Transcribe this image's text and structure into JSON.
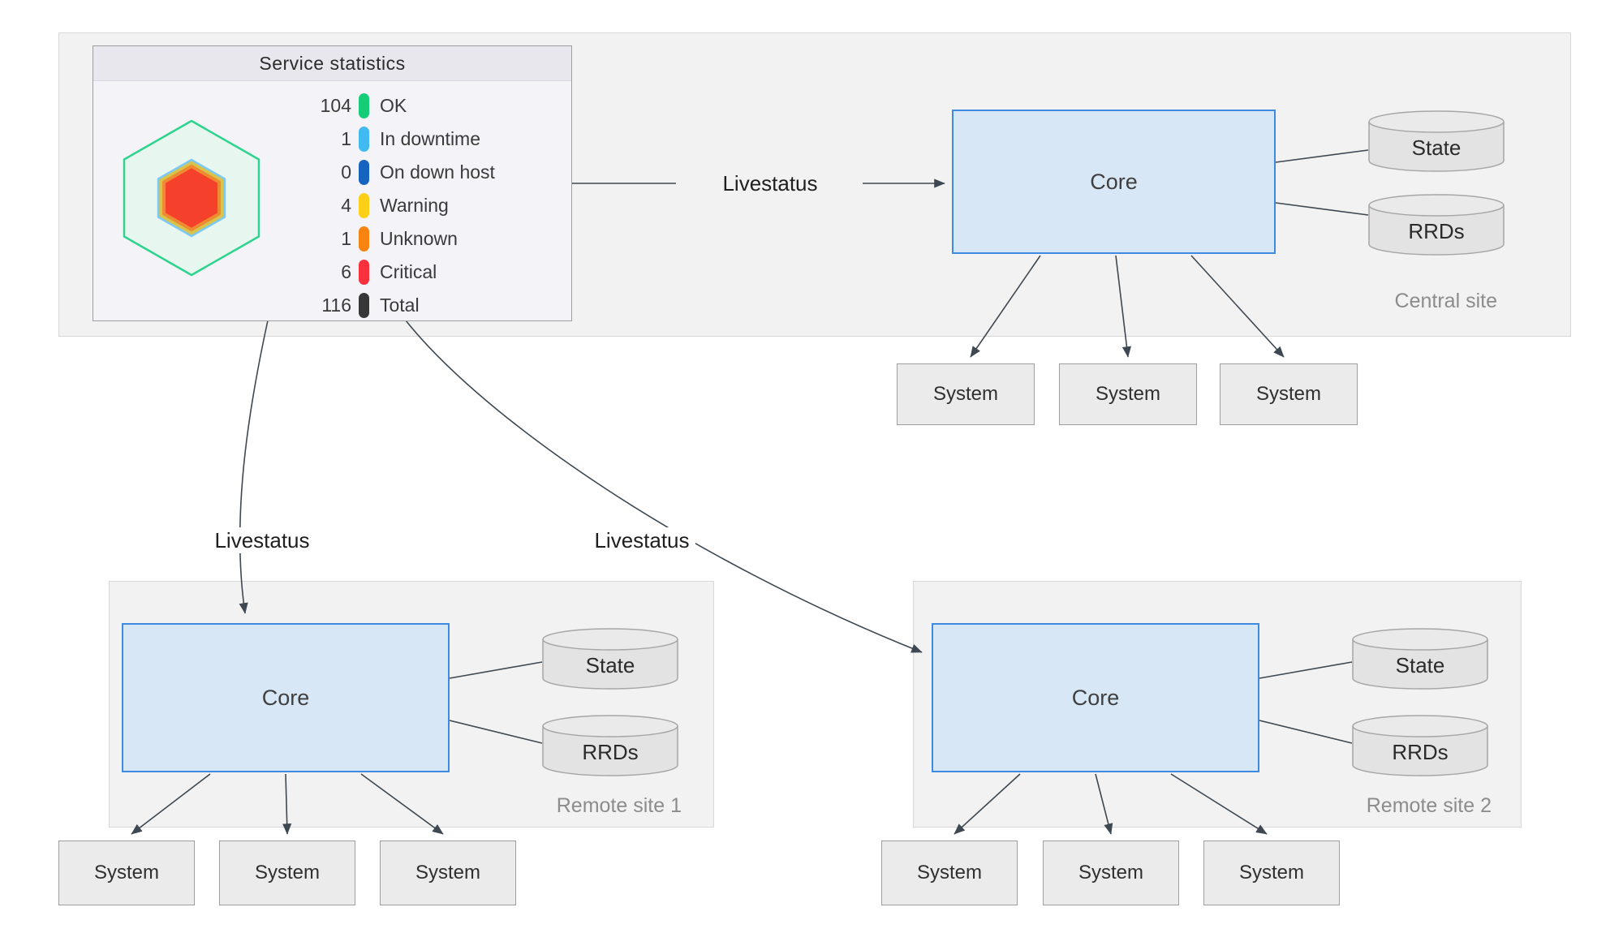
{
  "panel": {
    "title": "Service statistics",
    "hexagon": {
      "outer_fill": "#e8f6f0",
      "outer_stroke": "#2ed38e",
      "ring_fill": "#d8c34c",
      "ring_stroke": "#7cc9f3",
      "core_fill": "#f5402c",
      "core_stroke": "#ee8a30"
    },
    "stats": [
      {
        "value": "104",
        "label": "OK",
        "color": "#15cd77"
      },
      {
        "value": "1",
        "label": "In downtime",
        "color": "#41b9f1"
      },
      {
        "value": "0",
        "label": "On down host",
        "color": "#1565c0"
      },
      {
        "value": "4",
        "label": "Warning",
        "color": "#fdd017"
      },
      {
        "value": "1",
        "label": "Unknown",
        "color": "#f78411"
      },
      {
        "value": "6",
        "label": "Critical",
        "color": "#f9313d"
      },
      {
        "value": "116",
        "label": "Total",
        "color": "#373737"
      }
    ]
  },
  "connections": {
    "central_label": "Livestatus",
    "remote1_label": "Livestatus",
    "remote2_label": "Livestatus"
  },
  "sites": {
    "central": {
      "name": "Central site",
      "core": "Core",
      "databases": [
        "State",
        "RRDs"
      ],
      "systems": [
        "System",
        "System",
        "System"
      ]
    },
    "remote1": {
      "name": "Remote site 1",
      "core": "Core",
      "databases": [
        "State",
        "RRDs"
      ],
      "systems": [
        "System",
        "System",
        "System"
      ]
    },
    "remote2": {
      "name": "Remote site 2",
      "core": "Core",
      "databases": [
        "State",
        "RRDs"
      ],
      "systems": [
        "System",
        "System",
        "System"
      ]
    }
  },
  "colors": {
    "core_fill": "#d7e7f6",
    "core_border": "#3e8ae0",
    "cylinder_fill": "#e3e3e3",
    "cylinder_top_fill": "#eaeaea",
    "cylinder_border": "#a6a6a6",
    "system_fill": "#ebebeb",
    "system_border": "#9e9e9e",
    "container_fill": "#f2f2f2",
    "container_border": "#d7d7d7",
    "connector": "#3d4852",
    "site_label_text": "#8c8c8c"
  }
}
